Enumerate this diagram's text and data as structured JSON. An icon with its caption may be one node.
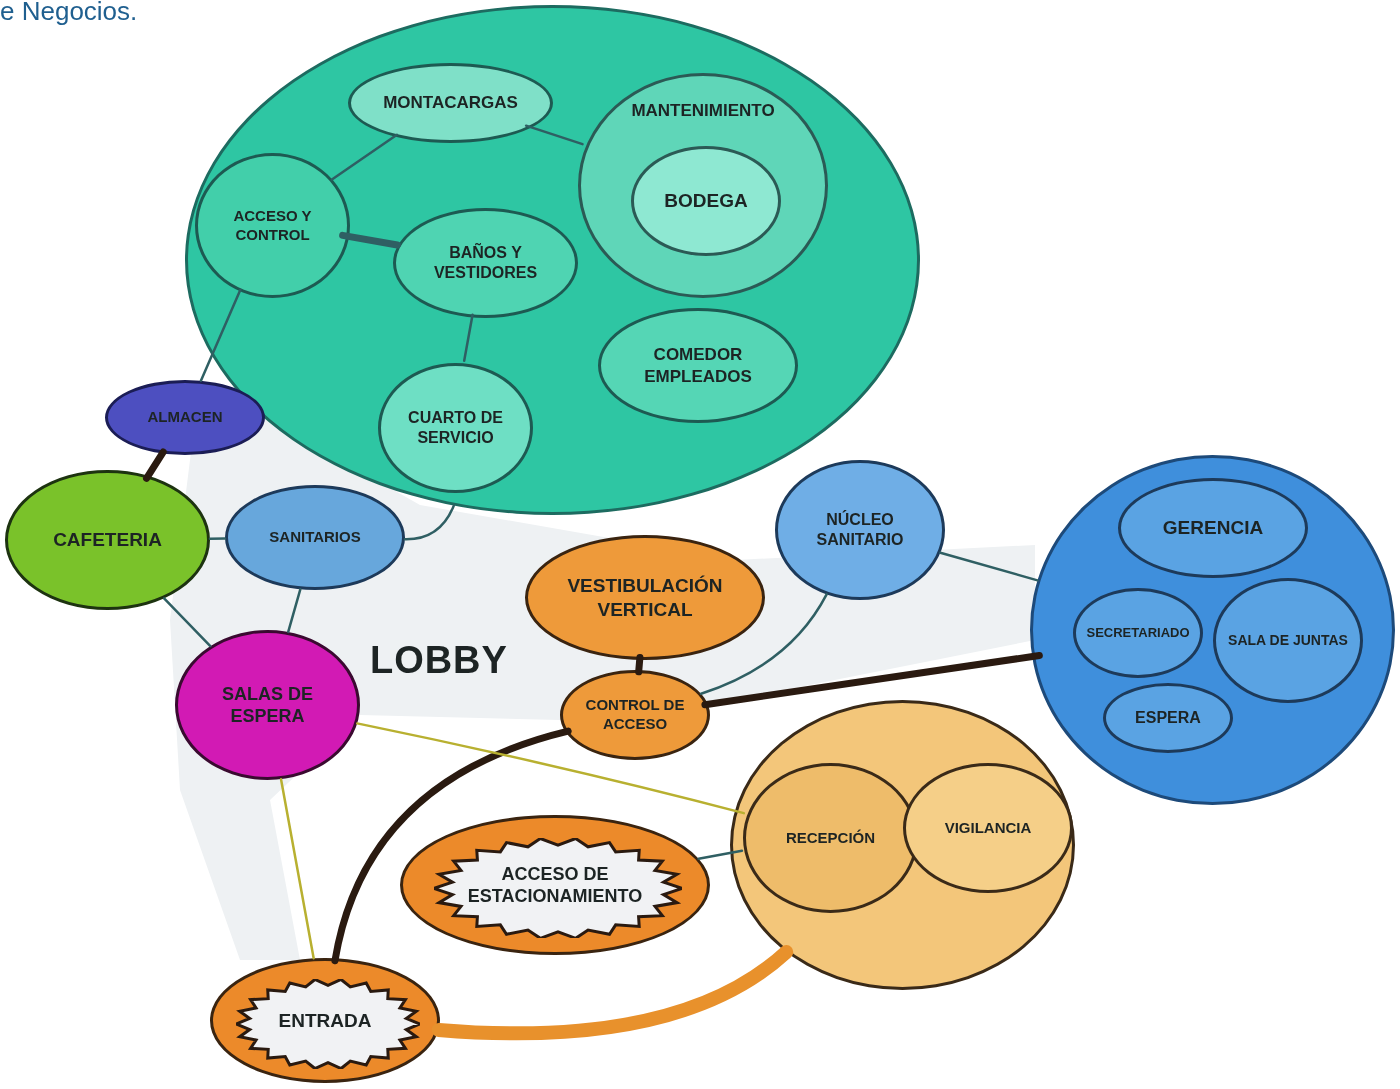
{
  "diagram": {
    "nodes": [
      {
        "text": [],
        "shape": "circle"
      },
      {
        "text": [
          "MONTACARGAS"
        ],
        "in": 0
      },
      {
        "text": [
          "MANTENIMIENTO"
        ],
        "in": 0
      },
      {
        "text": [
          "BODEGA"
        ],
        "in": 2
      },
      {
        "text": [
          "ACCESO Y CONTROL"
        ],
        "in": 0
      },
      {
        "text": [
          "BAÑOS Y VESTIDORES"
        ],
        "in": 0
      },
      {
        "text": [
          "COMEDOR EMPLEADOS"
        ],
        "in": 0
      },
      {
        "text": [
          "CUARTO DE SERVICIO"
        ],
        "in": 0
      },
      {
        "text": [
          "ALMACEN"
        ]
      },
      {
        "text": [
          "CAFETERIA"
        ]
      },
      {
        "text": [
          "SANITARIOS"
        ]
      },
      {
        "text": [
          "VESTIBULACIÓN VERTICAL"
        ]
      },
      {
        "text": [
          "NÚCLEO SANITARIO"
        ]
      },
      {
        "text": [],
        "shape": "circle"
      },
      {
        "text": [
          "GERENCIA"
        ],
        "in": 13
      },
      {
        "text": [
          "SECRETARIADO"
        ],
        "in": 13
      },
      {
        "text": [
          "SALA DE JUNTAS"
        ],
        "in": 13
      },
      {
        "text": [
          "ESPERA"
        ],
        "in": 13
      },
      {
        "text": [
          "SALAS DE ESPERA"
        ]
      },
      {
        "text": [
          "CONTROL DE ACCESO"
        ]
      },
      {
        "text": [],
        "shape": "circle"
      },
      {
        "text": [
          "RECEPCIÓN"
        ],
        "in": 20
      },
      {
        "text": [
          "VIGILANCIA"
        ],
        "in": 20
      },
      {
        "text": [
          "ACCESO DE ESTACIONAMIENTO"
        ]
      },
      {
        "text": [
          "ENTRADA"
        ]
      }
    ],
    "edges": [
      {
        "from": 1,
        "to": 4,
        "arrow": "none"
      },
      {
        "from": 1,
        "to": 2,
        "arrow": "none"
      },
      {
        "from": 4,
        "to": 5,
        "arrow": "none",
        "style": "thick"
      },
      {
        "from": 5,
        "to": 7,
        "arrow": "none"
      },
      {
        "from": 4,
        "to": 8,
        "arrow": "none"
      },
      {
        "from": 8,
        "to": 9,
        "arrow": "none",
        "style": "thick",
        "color": "#2a1a10"
      },
      {
        "from": 9,
        "to": 10,
        "arrow": "none"
      },
      {
        "from": 9,
        "to": 18,
        "arrow": "none"
      },
      {
        "from": 10,
        "to": 18,
        "arrow": "none"
      },
      {
        "from": 10,
        "to": 0,
        "arrow": "none"
      },
      {
        "from": 11,
        "to": 19,
        "arrow": "none",
        "style": "thick",
        "color": "#2a1a10"
      },
      {
        "from": 19,
        "to": 12,
        "arrow": "none"
      },
      {
        "from": 12,
        "to": 13,
        "arrow": "none"
      },
      {
        "from": 19,
        "to": 13,
        "arrow": "none",
        "style": "thick",
        "color": "#2a1a10"
      },
      {
        "from": 24,
        "to": 19,
        "arrow": "none",
        "style": "thick",
        "color": "#2a1a10"
      },
      {
        "from": 18,
        "to": 21,
        "arrow": "none",
        "color": "#b8b030"
      },
      {
        "from": 18,
        "to": 24,
        "arrow": "none",
        "color": "#b8b030"
      },
      {
        "from": 23,
        "to": 21,
        "arrow": "none"
      },
      {
        "from": 24,
        "to": 20,
        "arrow": "none",
        "style": "thick",
        "color": "#e8912c"
      }
    ],
    "labels": [
      "e Negocios.",
      "LOBBY"
    ]
  }
}
